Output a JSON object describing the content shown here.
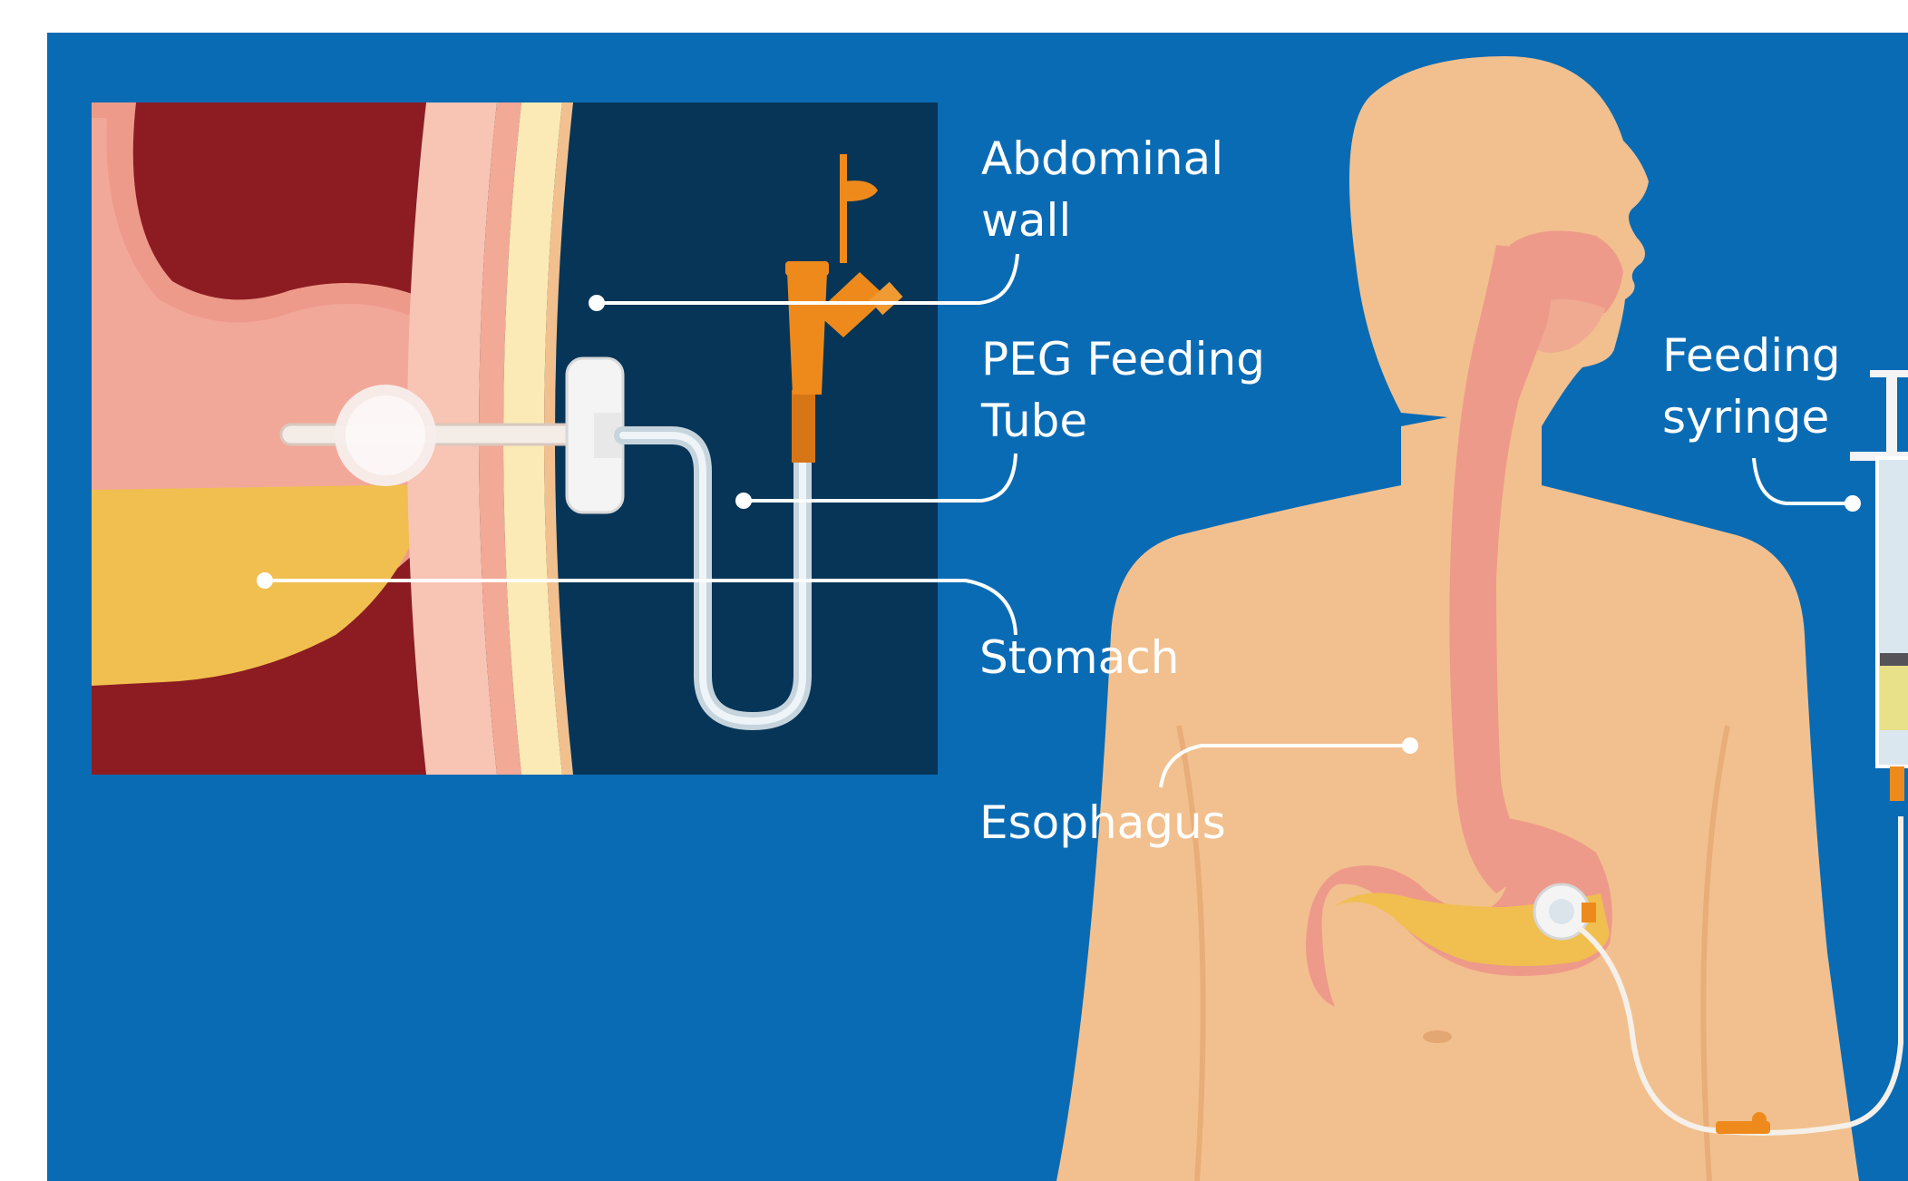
{
  "labels": {
    "abdominal_wall_line1": "Abdominal",
    "abdominal_wall_line2": "wall",
    "peg_tube_line1": "PEG Feeding",
    "peg_tube_line2": "Tube",
    "stomach": "Stomach",
    "esophagus": "Esophagus",
    "syringe_line1": "Feeding",
    "syringe_line2": "syringe"
  },
  "colors": {
    "background": "#0a6bb5",
    "inset_stomach_cavity": "#8c1c22",
    "inset_outside": "#063558",
    "skin": "#f2c08e",
    "organ_pink": "#ee9a8a",
    "stomach_contents": "#f0bf4f",
    "tube_orange": "#ee8a1c",
    "label_white": "#ffffff"
  }
}
